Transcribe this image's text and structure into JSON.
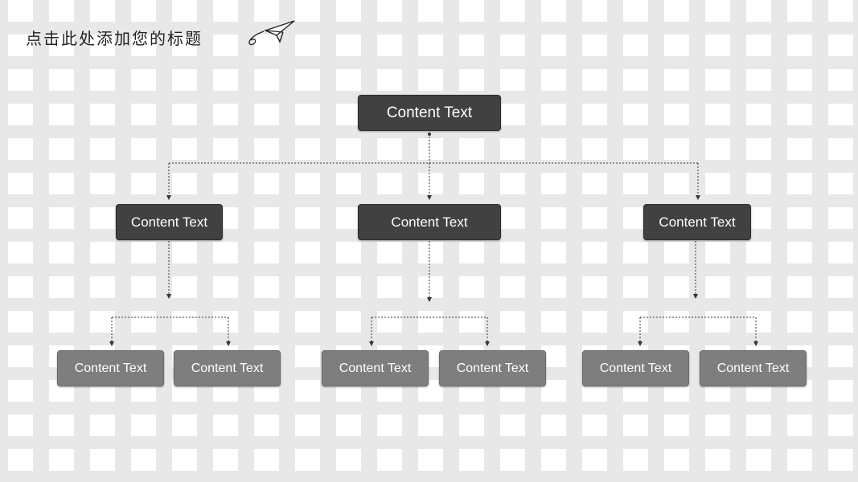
{
  "slide": {
    "title": "点击此处添加您的标题"
  },
  "colors": {
    "top_box": "#414141",
    "leaf_box": "#7e7e7e",
    "connector": "#333333"
  },
  "chart": {
    "root": {
      "label": "Content Text"
    },
    "branches": [
      {
        "label": "Content Text",
        "children": [
          {
            "label": "Content Text"
          },
          {
            "label": "Content Text"
          }
        ]
      },
      {
        "label": "Content Text",
        "children": [
          {
            "label": "Content Text"
          },
          {
            "label": "Content Text"
          }
        ]
      },
      {
        "label": "Content Text",
        "children": [
          {
            "label": "Content Text"
          },
          {
            "label": "Content Text"
          }
        ]
      }
    ]
  }
}
